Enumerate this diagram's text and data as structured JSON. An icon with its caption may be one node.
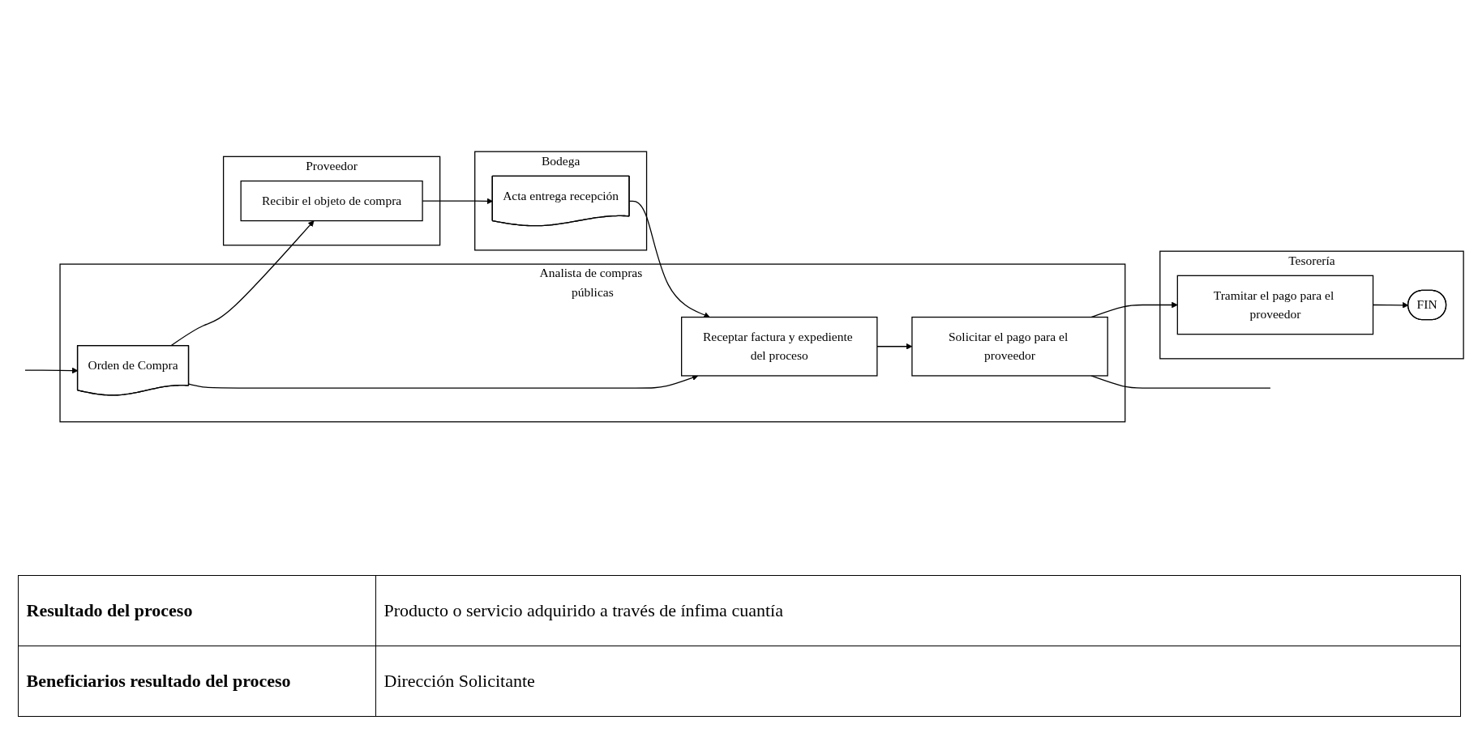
{
  "diagram": {
    "nodes": [
      {
        "text": [
          "Analista de compras públicas"
        ]
      },
      {
        "text": [
          "Proveedor"
        ]
      },
      {
        "text": [
          "Bodega"
        ]
      },
      {
        "text": [
          "Tesorería"
        ]
      },
      {
        "text": [
          "Orden de Compra"
        ],
        "in": 0
      },
      {
        "text": [
          "Receptar factura y expediente del proceso"
        ],
        "in": 0
      },
      {
        "text": [
          "Solicitar el pago para el proveedor"
        ],
        "in": 0
      },
      {
        "text": [
          "Recibir el objeto de compra"
        ],
        "in": 1
      },
      {
        "text": [
          "Acta entrega recepción"
        ],
        "in": 2
      },
      {
        "text": [
          "Tramitar el pago para el proveedor"
        ],
        "in": 3
      },
      {
        "text": [
          "FIN"
        ],
        "in": 3
      }
    ],
    "edges": [
      {
        "from": null,
        "to": 4,
        "arrow": "to"
      },
      {
        "from": 4,
        "to": 7,
        "arrow": "to"
      },
      {
        "from": 7,
        "to": 8,
        "arrow": "to"
      },
      {
        "from": 8,
        "to": 5,
        "arrow": "to"
      },
      {
        "from": 4,
        "to": 5,
        "arrow": "to"
      },
      {
        "from": 5,
        "to": 6,
        "arrow": "to"
      },
      {
        "from": 6,
        "to": 9,
        "arrow": "to"
      },
      {
        "from": 9,
        "to": 10,
        "arrow": "to"
      },
      {
        "from": 6,
        "to": null,
        "arrow": "none"
      }
    ],
    "labels": [
      "Resultado del proceso",
      "Producto o servicio adquirido a través de ínfima cuantía",
      "Beneficiarios resultado del proceso",
      "Dirección Solicitante"
    ]
  }
}
